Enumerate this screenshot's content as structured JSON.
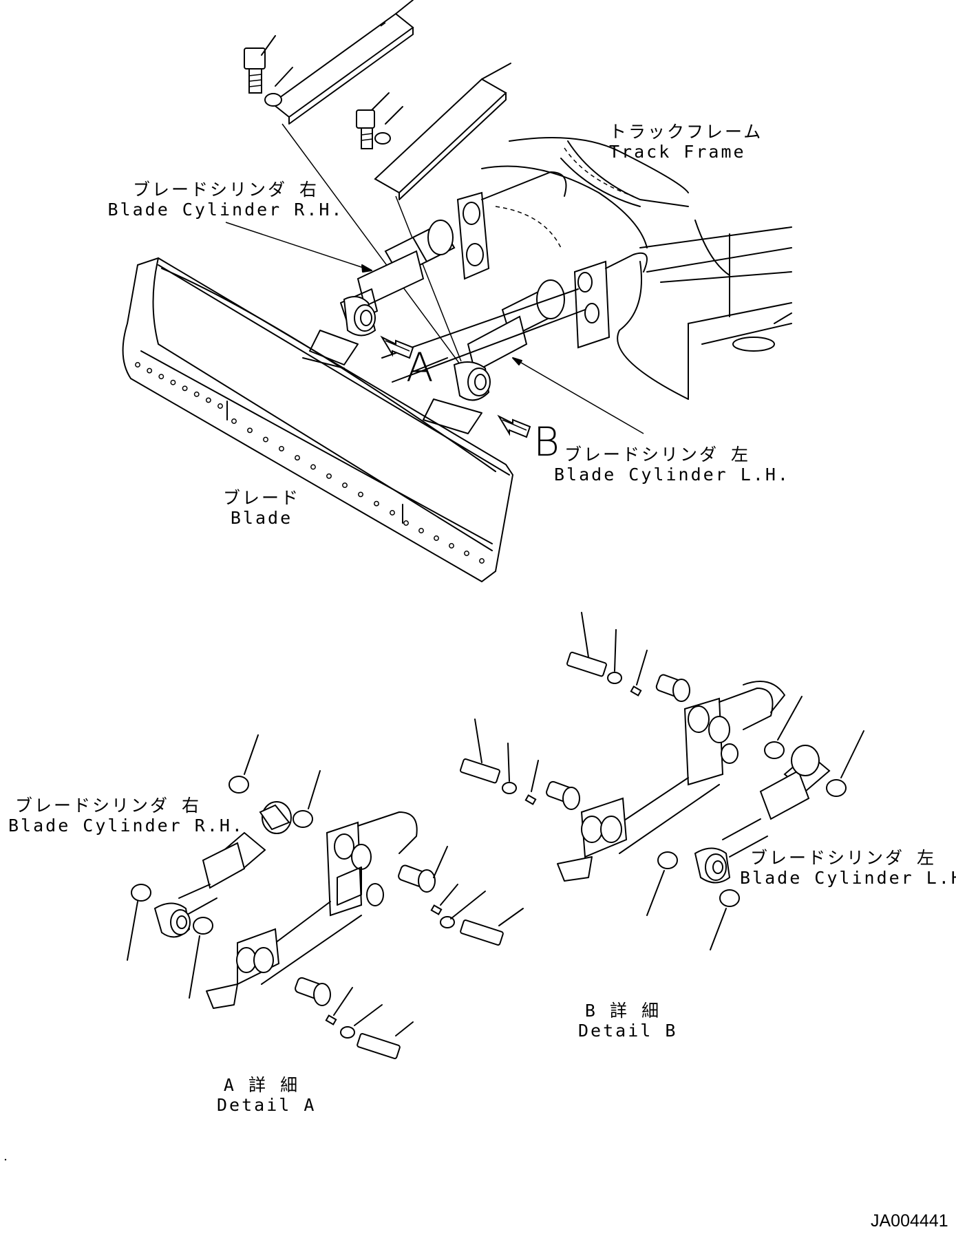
{
  "labels": {
    "track_frame": {
      "jp": "トラックフレーム",
      "en": "Track Frame"
    },
    "blade_cyl_rh_top": {
      "jp": "ブレードシリンダ 右",
      "en": "Blade Cylinder R.H."
    },
    "blade_cyl_lh_top": {
      "jp": "ブレードシリンダ 左",
      "en": "Blade Cylinder L.H."
    },
    "blade": {
      "jp": "ブレード",
      "en": "Blade"
    },
    "blade_cyl_rh_detail": {
      "jp": "ブレードシリンダ 右",
      "en": "Blade Cylinder R.H."
    },
    "blade_cyl_lh_detail": {
      "jp": "ブレードシリンダ 左",
      "en": "Blade Cylinder L.H."
    },
    "detail_a": {
      "jp": "A 詳 細",
      "en": "Detail A"
    },
    "detail_b": {
      "jp": "B 詳 細",
      "en": "Detail B"
    }
  },
  "view_markers": {
    "a": "A",
    "b": "B"
  },
  "drawing_code": "JA004441"
}
